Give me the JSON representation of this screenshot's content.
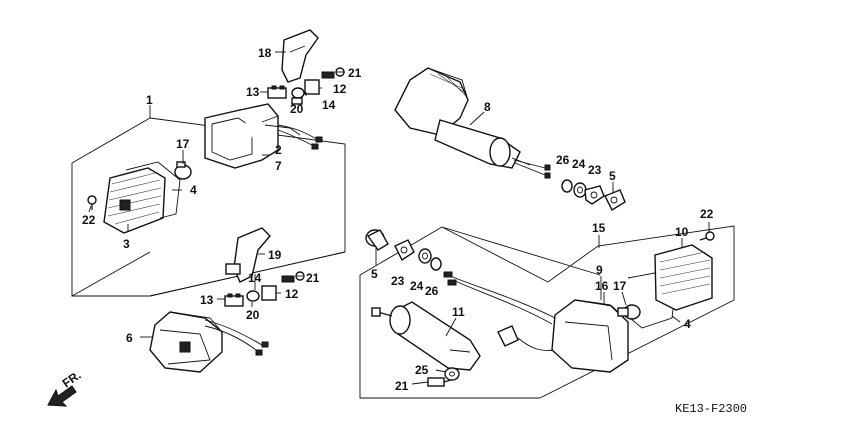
{
  "diagram_code": "KE13-F2300",
  "direction_label": "FR.",
  "callouts": {
    "c1": "1",
    "c2": "2",
    "c3": "3",
    "c4a": "4",
    "c4b": "4",
    "c5a": "5",
    "c5b": "5",
    "c6": "6",
    "c7": "7",
    "c8": "8",
    "c9": "9",
    "c10": "10",
    "c11": "11",
    "c12a": "12",
    "c12b": "12",
    "c13a": "13",
    "c13b": "13",
    "c14a": "14",
    "c14b": "14",
    "c15": "15",
    "c16": "16",
    "c17a": "17",
    "c17b": "17",
    "c18": "18",
    "c19": "19",
    "c20a": "20",
    "c20b": "20",
    "c21a": "21",
    "c21b": "21",
    "c21c": "21",
    "c22a": "22",
    "c22b": "22",
    "c23a": "23",
    "c23b": "23",
    "c24a": "24",
    "c24b": "24",
    "c25": "25",
    "c26a": "26",
    "c26b": "26"
  }
}
